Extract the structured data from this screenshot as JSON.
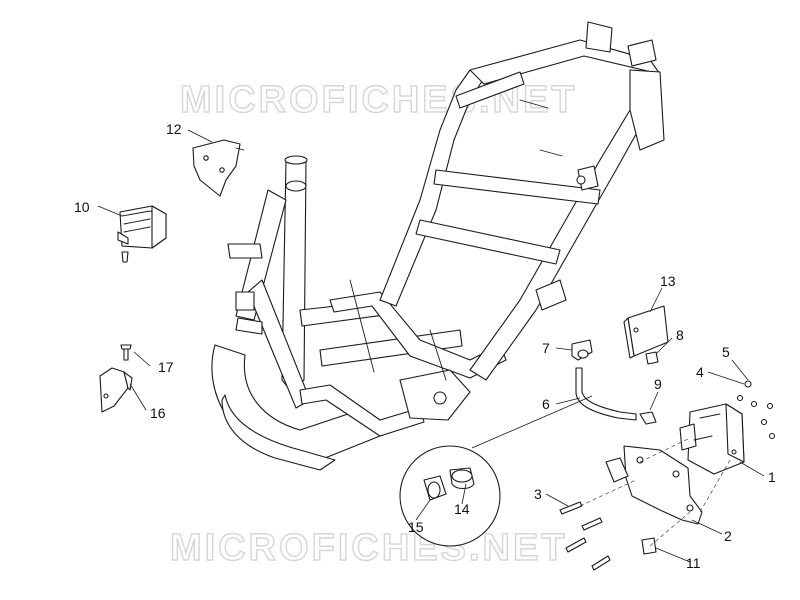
{
  "watermark": {
    "top": "MICROFICHES.NET",
    "bottom": "MICROFICHES.NET"
  },
  "callouts": [
    {
      "id": "c1",
      "label": "1"
    },
    {
      "id": "c2",
      "label": "2"
    },
    {
      "id": "c3",
      "label": "3"
    },
    {
      "id": "c4",
      "label": "4"
    },
    {
      "id": "c5",
      "label": "5"
    },
    {
      "id": "c6",
      "label": "6"
    },
    {
      "id": "c7",
      "label": "7"
    },
    {
      "id": "c8",
      "label": "8"
    },
    {
      "id": "c9",
      "label": "9"
    },
    {
      "id": "c10",
      "label": "10"
    },
    {
      "id": "c11",
      "label": "11"
    },
    {
      "id": "c12",
      "label": "12"
    },
    {
      "id": "c13",
      "label": "13"
    },
    {
      "id": "c14",
      "label": "14"
    },
    {
      "id": "c15",
      "label": "15"
    },
    {
      "id": "c16",
      "label": "16"
    },
    {
      "id": "c17",
      "label": "17"
    }
  ]
}
